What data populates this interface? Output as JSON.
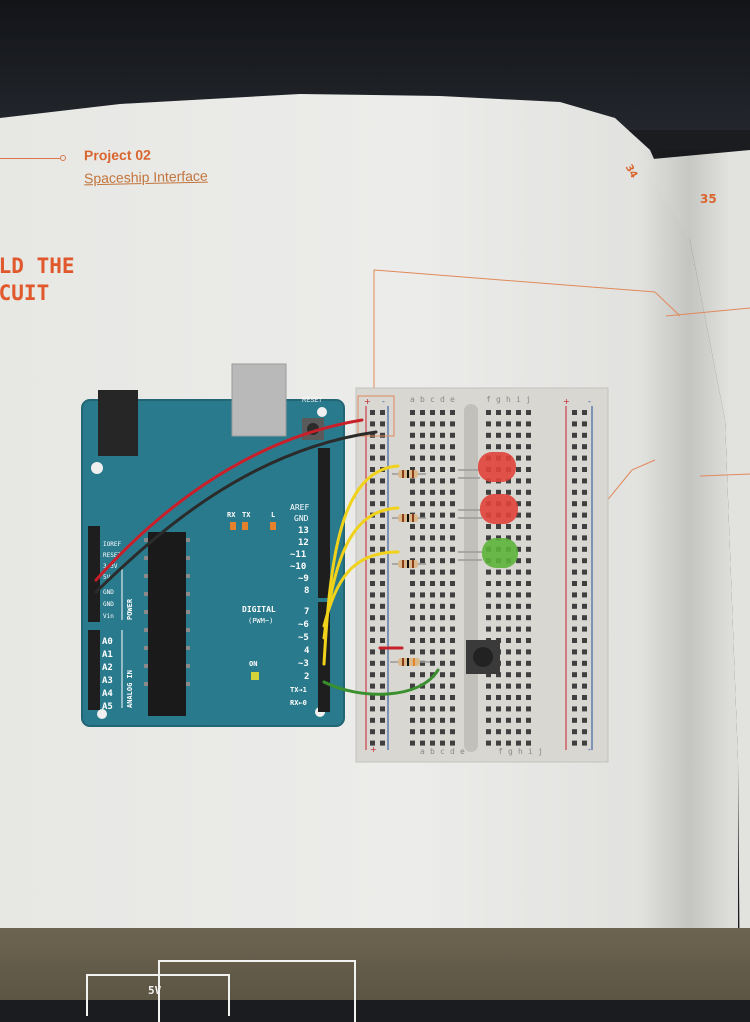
{
  "header": {
    "project_number": "Project 02",
    "project_name": "Spaceship Interface",
    "page_left": "34",
    "page_right": "35"
  },
  "section_title": {
    "line1": "ILD THE",
    "line2": "RCUIT"
  },
  "arduino": {
    "reset_label": "RESET",
    "rx_label": "RX",
    "tx_label": "TX",
    "l_label": "L",
    "aref_label": "AREF",
    "gnd_label": "GND",
    "digital_label": "DIGITAL",
    "pwm_label": "(PWM~)",
    "on_label": "ON",
    "power_label": "POWER",
    "analog_label": "ANALOG IN",
    "power_pins": [
      "IOREF",
      "RESET",
      "3.3V",
      "5V",
      "GND",
      "GND",
      "Vin"
    ],
    "analog_pins": [
      "A0",
      "A1",
      "A2",
      "A3",
      "A4",
      "A5"
    ],
    "digital_pins_top": [
      "13",
      "12",
      "~11",
      "~10",
      "~9",
      "8"
    ],
    "digital_pins_bottom": [
      "7",
      "~6",
      "~5",
      "4",
      "~3",
      "2",
      "TX→1",
      "RX←0"
    ]
  },
  "breadboard": {
    "columns_left": [
      "a",
      "b",
      "c",
      "d",
      "e"
    ],
    "columns_right": [
      "f",
      "g",
      "h",
      "i",
      "j"
    ],
    "rail_plus": "+",
    "rail_minus": "-"
  },
  "components": {
    "leds": [
      {
        "color": "#e0443a",
        "row": 6
      },
      {
        "color": "#e0443a",
        "row": 10
      },
      {
        "color": "#5cb33a",
        "row": 14
      }
    ],
    "wire_colors": {
      "power": "#c8202a",
      "ground": "#2b2b2b",
      "signal": "#f0d21a",
      "switch": "#3a8f2e"
    }
  },
  "footer": {
    "five_v": "5V"
  }
}
